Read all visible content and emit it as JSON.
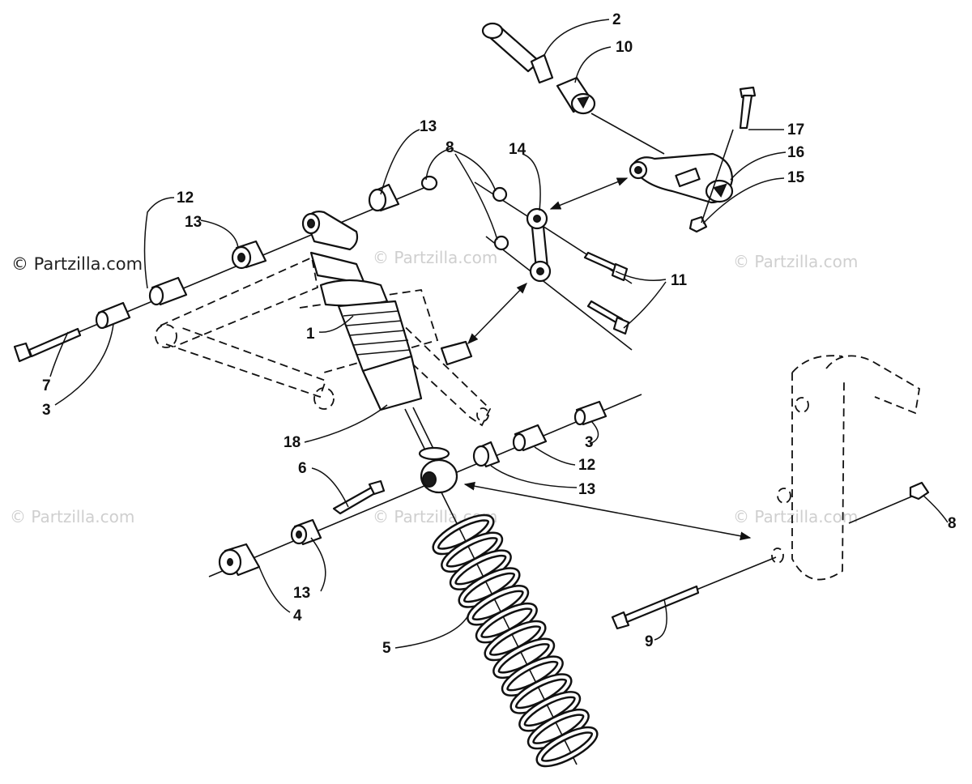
{
  "watermarks": {
    "primary": "© Partzilla.com",
    "faded": "© Partzilla.com"
  },
  "callouts": {
    "c1": "1",
    "c2": "2",
    "c3a": "3",
    "c3b": "3",
    "c4": "4",
    "c5": "5",
    "c6": "6",
    "c7": "7",
    "c8a": "8",
    "c8b": "8",
    "c9": "9",
    "c10": "10",
    "c11": "11",
    "c12a": "12",
    "c12b": "12",
    "c13a": "13",
    "c13b": "13",
    "c13c": "13",
    "c13d": "13",
    "c14": "14",
    "c15": "15",
    "c16": "16",
    "c17": "17",
    "c18": "18"
  }
}
